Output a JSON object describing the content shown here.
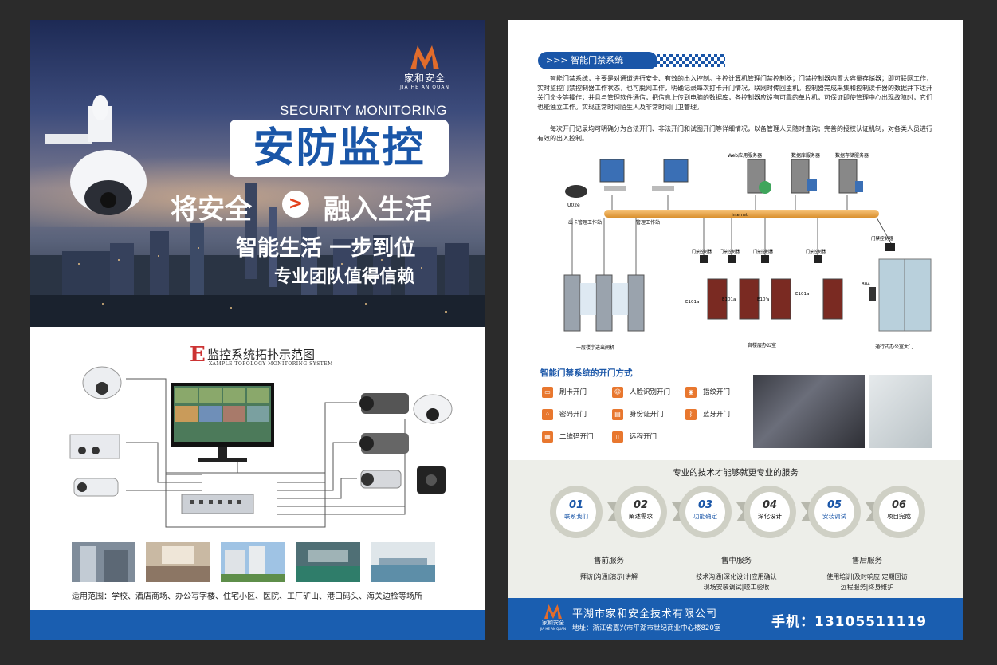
{
  "left": {
    "logo": {
      "cn": "家和安全",
      "en": "JIA HE AN QUAN"
    },
    "hero": {
      "security_en": "SECURITY MONITORING",
      "title": "安防监控",
      "slogan_a": "将安全",
      "slogan_arrow": ">",
      "slogan_b": "融入生活",
      "slogan2": "智能生活 一步到位",
      "slogan3": "专业团队值得信赖"
    },
    "topology": {
      "letter": "E",
      "title": "监控系统拓扑示范图",
      "subtitle": "XAMPLE TOPOLOGY MONITORING SYSTEM"
    },
    "apply_text": "适用范围：学校、酒店商场、办公写字楼、住宅小区、医院、工厂矿山、港口码头、海关边检等场所"
  },
  "right": {
    "section_title": ">>> 智能门禁系统",
    "paragraph1": "智能门禁系统，主要是对通道进行安全、有效的出入控制。主控计算机管理门禁控制器；门禁控制器内置大容量存储器；即可联网工作，实时监控门禁控制器工作状态，也可脱网工作，明确记录每次打卡开门情况，联网时传回主机。控制器完成采集和控制读卡器的数据并下达开关门命令等操作；并且与管理软件通信，把信息上传到电脑的数据库，各控制器应设有可靠的单片机，可保证即使管理中心出现故障时，它们也能独立工作。实现正常时间陌生人及非常时间门卫管理。",
    "paragraph2": "每次开门记录均可明确分为合法开门、非法开门和试图开门等详细情况，以备管理人员随时查询；完善的授权认证机制，对各类人员进行有效的出入控制。",
    "diagram": {
      "labels": {
        "reader": "U02e",
        "pc1": "出卡管理工作站",
        "pc2": "管理工作站",
        "server1": "Web应用服务器",
        "server2": "数据库服务器",
        "server3": "数据存储服务器",
        "bus": "Internet",
        "controller_main": "门禁控制器",
        "ctrl1": "门禁控制器",
        "ctrl2": "门禁控制器",
        "ctrl3": "门禁控制器",
        "ctrl4": "门禁控制器",
        "e1": "E101a",
        "e2": "E101a",
        "e3": "E10'a",
        "e4": "E101a",
        "b04": "B04",
        "zone1": "一层楼宇进出闸机",
        "zone2": "各楼层办公室",
        "zone3": "通行式办公室大门"
      }
    },
    "methods_title": "智能门禁系统的开门方式",
    "methods": [
      "刷卡开门",
      "人脸识别开门",
      "指纹开门",
      "密码开门",
      "身份证开门",
      "蓝牙开门",
      "二维码开门",
      "远程开门"
    ],
    "service": {
      "title": "专业的技术才能够就更专业的服务",
      "steps": [
        {
          "num": "01",
          "label": "联系我们",
          "color": "#1a56a8"
        },
        {
          "num": "02",
          "label": "阐述需求",
          "color": "#333333"
        },
        {
          "num": "03",
          "label": "功能确定",
          "color": "#1a56a8"
        },
        {
          "num": "04",
          "label": "深化设计",
          "color": "#333333"
        },
        {
          "num": "05",
          "label": "安装调试",
          "color": "#1a56a8"
        },
        {
          "num": "06",
          "label": "项目完成",
          "color": "#333333"
        }
      ],
      "phases": [
        {
          "title": "售前服务",
          "items": "拜访|沟通|演示|讲解"
        },
        {
          "title": "售中服务",
          "items": "技术沟通|深化设计|应用确认\n现场安装调试|竣工验收"
        },
        {
          "title": "售后服务",
          "items": "使用培训|及时响应|定期回访\n远程服务|终身维护"
        }
      ]
    },
    "footer": {
      "logo_cn": "家和安全",
      "logo_en": "JIA HE AN QUAN",
      "company": "平湖市家和安全技术有限公司",
      "address": "地址：浙江省嘉兴市平湖市世纪商业中心楼820室",
      "phone": "手机：13105511119"
    }
  }
}
